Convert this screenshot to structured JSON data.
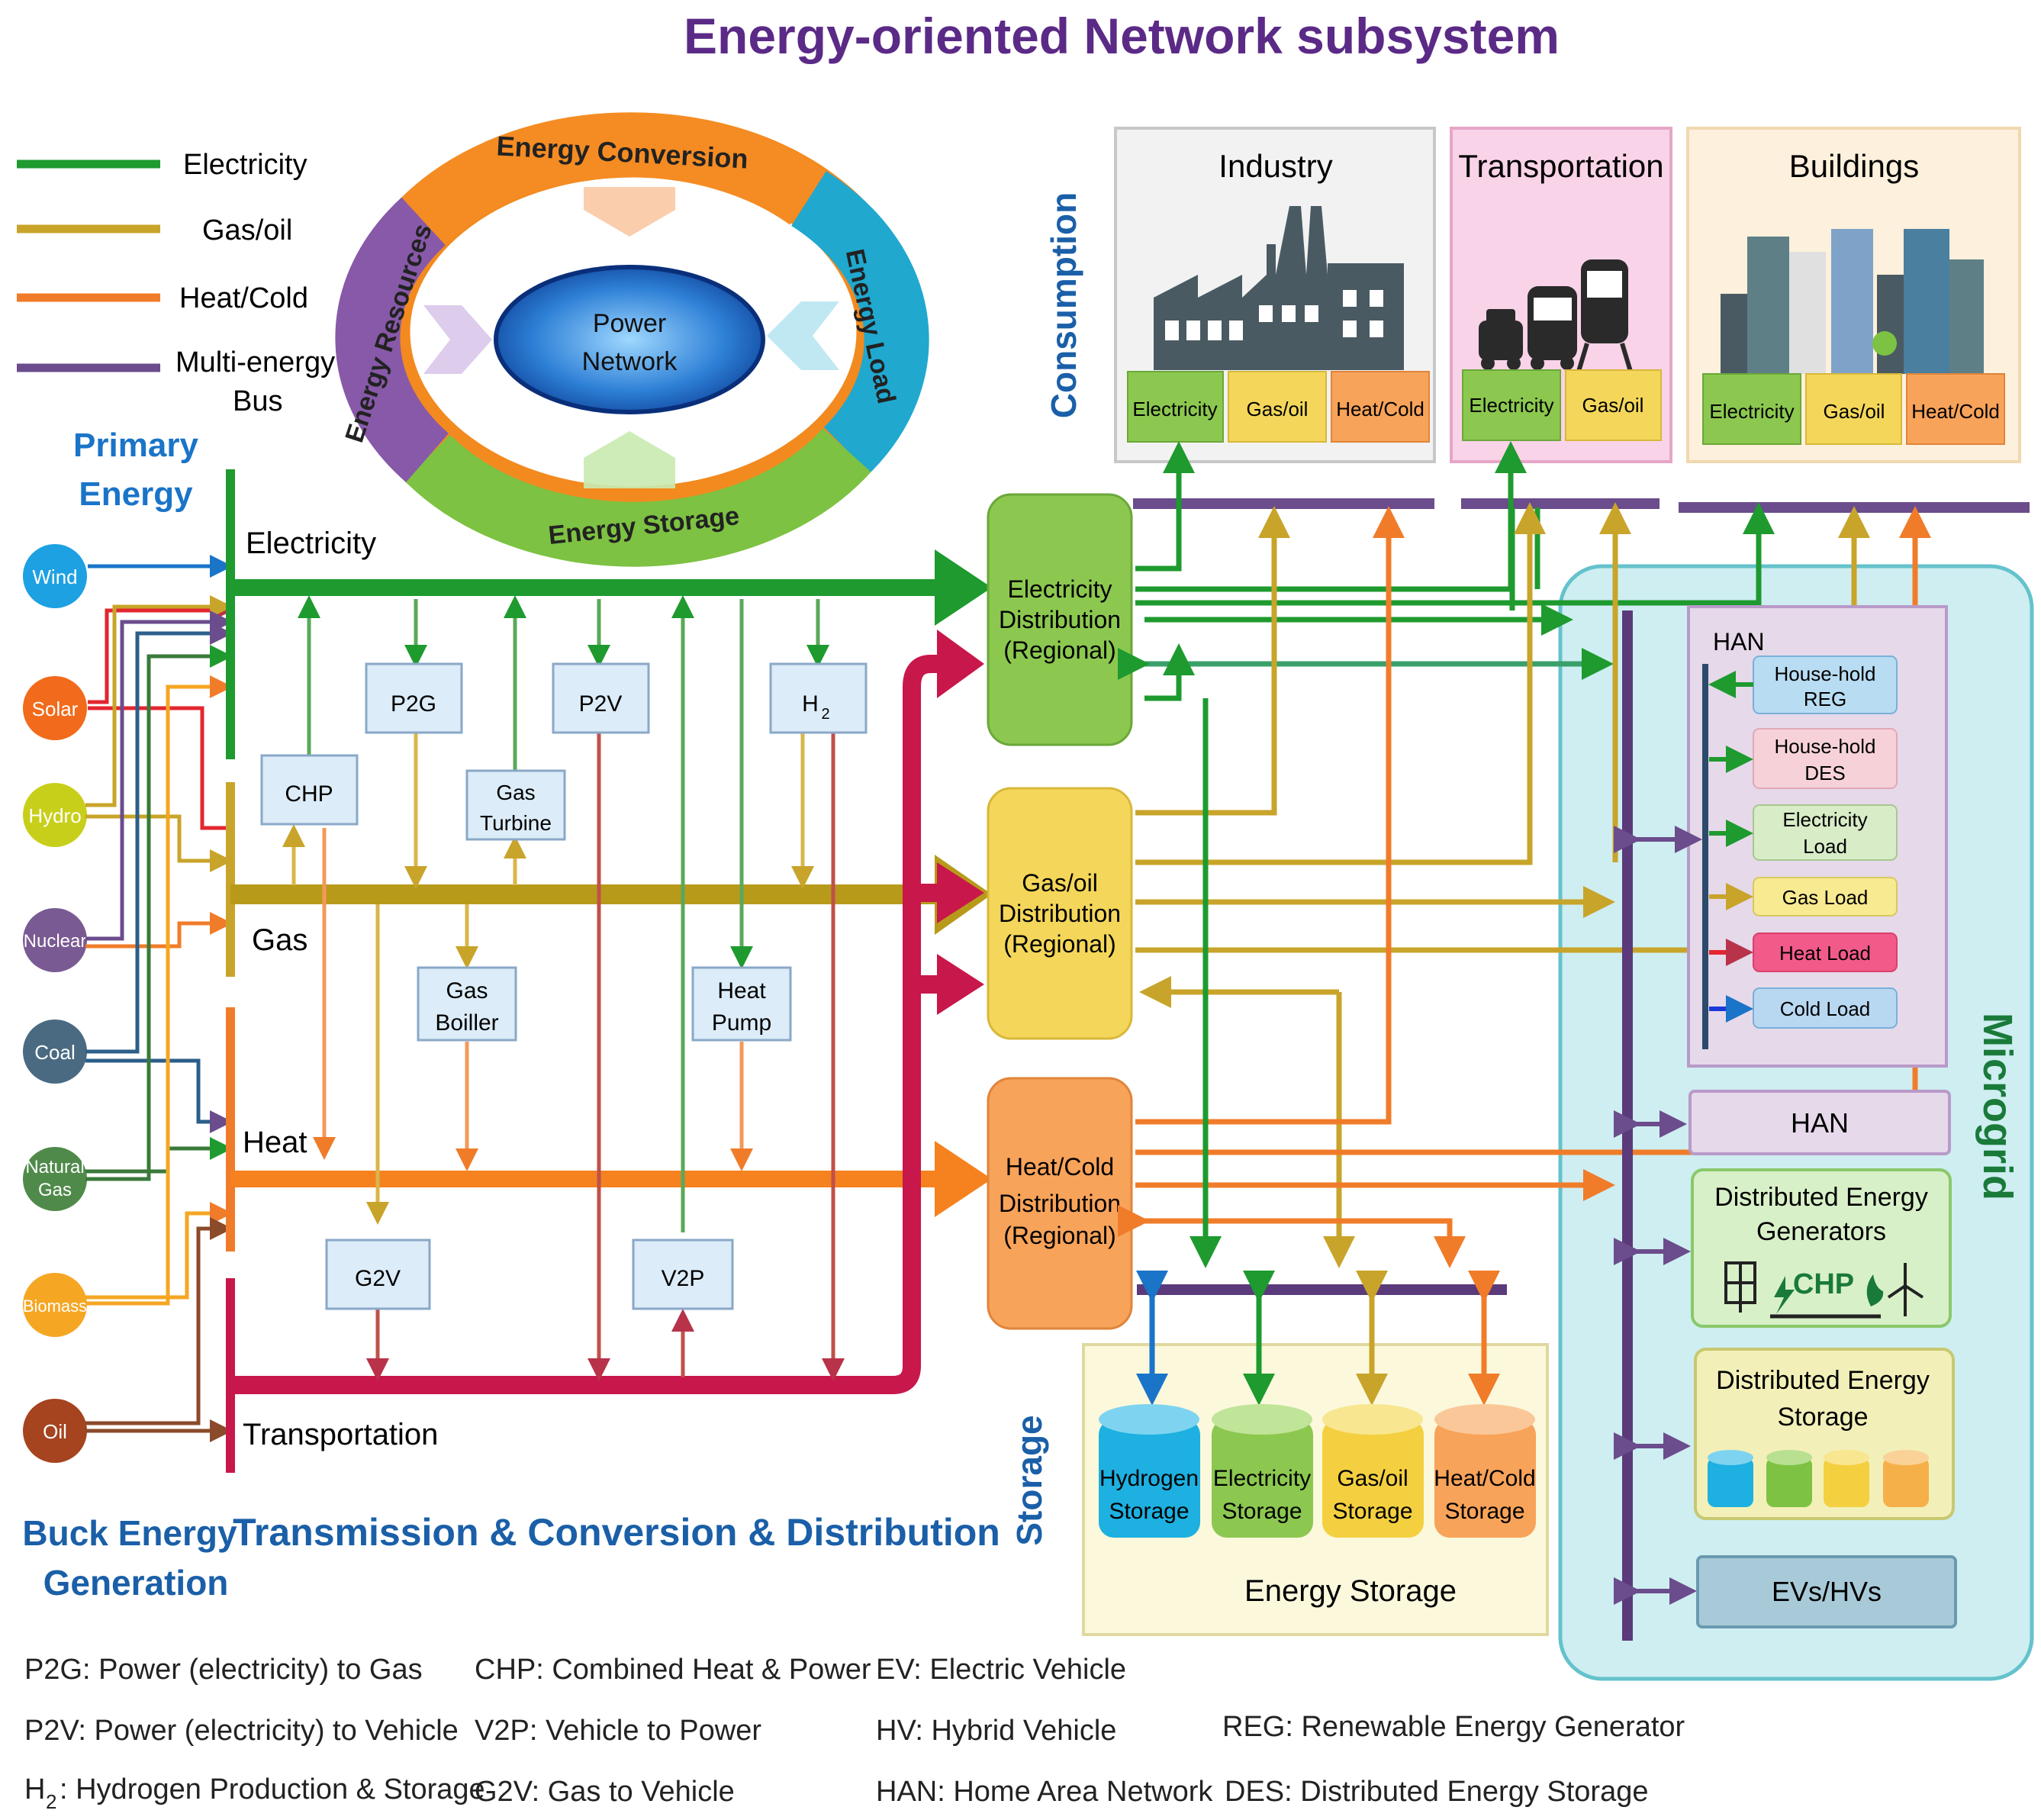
{
  "title": "Energy-oriented Network subsystem",
  "legend": [
    {
      "label": "Electricity",
      "color": "#1e9a2f"
    },
    {
      "label": "Gas/oil",
      "color": "#c8a42a"
    },
    {
      "label": "Heat/Cold",
      "color": "#f07c2a"
    },
    {
      "label": "Multi-energy",
      "label2": "Bus",
      "color": "#6b4c8c"
    }
  ],
  "ring": {
    "top": "Energy Conversion",
    "left": "Energy Resources",
    "right": "Energy Load",
    "bottom": "Energy Storage",
    "center_line1": "Power",
    "center_line2": "Network"
  },
  "primary_energy": {
    "title_line1": "Primary",
    "title_line2": "Energy",
    "sources": [
      "Wind",
      "Solar",
      "Hydro",
      "Nuclear",
      "Coal",
      "Natural",
      "Gas",
      "Biomass",
      "Oil"
    ]
  },
  "buses": {
    "electricity": "Electricity",
    "gas": "Gas",
    "heat": "Heat",
    "transportation": "Transportation"
  },
  "converters": {
    "p2g": "P2G",
    "p2v": "P2V",
    "h2": "H",
    "h2_sub": "2",
    "chp": "CHP",
    "gas_turbine_1": "Gas",
    "gas_turbine_2": "Turbine",
    "gas_boiler_1": "Gas",
    "gas_boiler_2": "Boiller",
    "heat_pump_1": "Heat",
    "heat_pump_2": "Pump",
    "g2v": "G2V",
    "v2p": "V2P"
  },
  "distribution": {
    "electricity": [
      "Electricity",
      "Distribution",
      "(Regional)"
    ],
    "gas": [
      "Gas/oil",
      "Distribution",
      "(Regional)"
    ],
    "heat": [
      "Heat/Cold",
      "Distribution",
      "(Regional)"
    ]
  },
  "consumption": {
    "label": "Consumption",
    "industry": {
      "title": "Industry",
      "items": [
        "Electricity",
        "Gas/oil",
        "Heat/Cold"
      ]
    },
    "transportation": {
      "title": "Transportation",
      "items": [
        "Electricity",
        "Gas/oil"
      ]
    },
    "buildings": {
      "title": "Buildings",
      "items": [
        "Electricity",
        "Gas/oil",
        "Heat/Cold"
      ]
    }
  },
  "storage": {
    "label": "Storage",
    "title": "Energy Storage",
    "items": [
      [
        "Hydrogen",
        "Storage"
      ],
      [
        "Electricity",
        "Storage"
      ],
      [
        "Gas/oil",
        "Storage"
      ],
      [
        "Heat/Cold",
        "Storage"
      ]
    ]
  },
  "microgrid": {
    "label": "Microgrid",
    "han_label": "HAN",
    "han_items": [
      [
        "House-hold",
        "REG"
      ],
      [
        "House-hold",
        "DES"
      ],
      [
        "Electricity",
        "Load"
      ],
      [
        "Gas Load"
      ],
      [
        "Heat Load"
      ],
      [
        "Cold Load"
      ]
    ],
    "han_box": "HAN",
    "deg_line1": "Distributed Energy",
    "deg_line2": "Generators",
    "deg_chp": "CHP",
    "des_line1": "Distributed Energy",
    "des_line2": "Storage",
    "evs": "EVs/HVs"
  },
  "section_labels": {
    "bulk_line1": "Buck Energy",
    "bulk_line2": "Generation",
    "tcd": "Transmission & Conversion & Distribution"
  },
  "abbreviations": [
    "P2G: Power (electricity) to Gas",
    "CHP: Combined  Heat & Power",
    "EV: Electric Vehicle",
    "P2V: Power (electricity)  to Vehicle",
    "V2P:  Vehicle to Power",
    "HV: Hybrid Vehicle",
    "REG: Renewable Energy Generator",
    "H",
    "2",
    ": Hydrogen Production & Storage",
    "G2V:  Gas to Vehicle",
    "HAN: Home Area Network",
    "DES: Distributed Energy Storage"
  ]
}
